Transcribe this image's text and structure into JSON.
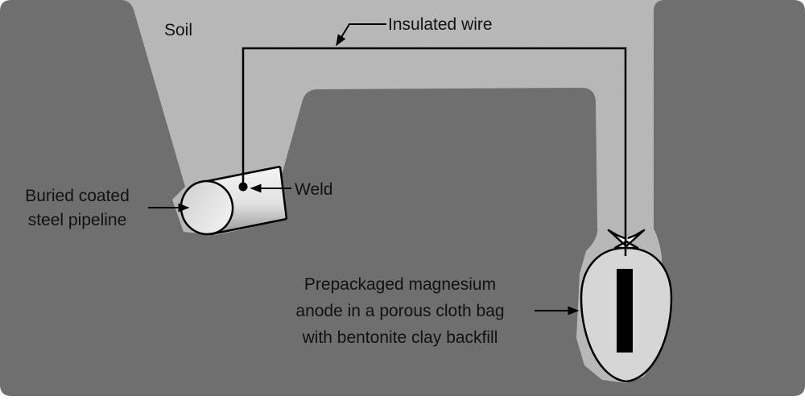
{
  "labels": {
    "soil": "Soil",
    "wire": "Insulated wire",
    "weld": "Weld",
    "pipeline_line1": "Buried coated",
    "pipeline_line2": "steel pipeline",
    "anode_line1": "Prepackaged magnesium",
    "anode_line2": "anode in a porous cloth bag",
    "anode_line3": "with bentonite clay backfill"
  },
  "colors": {
    "undisturbed_earth": "#6f6f6f",
    "backfill_soil": "#b4b4b4",
    "bag_fill": "#d6d6d6",
    "anode": "#000000",
    "outline": "#000000"
  }
}
